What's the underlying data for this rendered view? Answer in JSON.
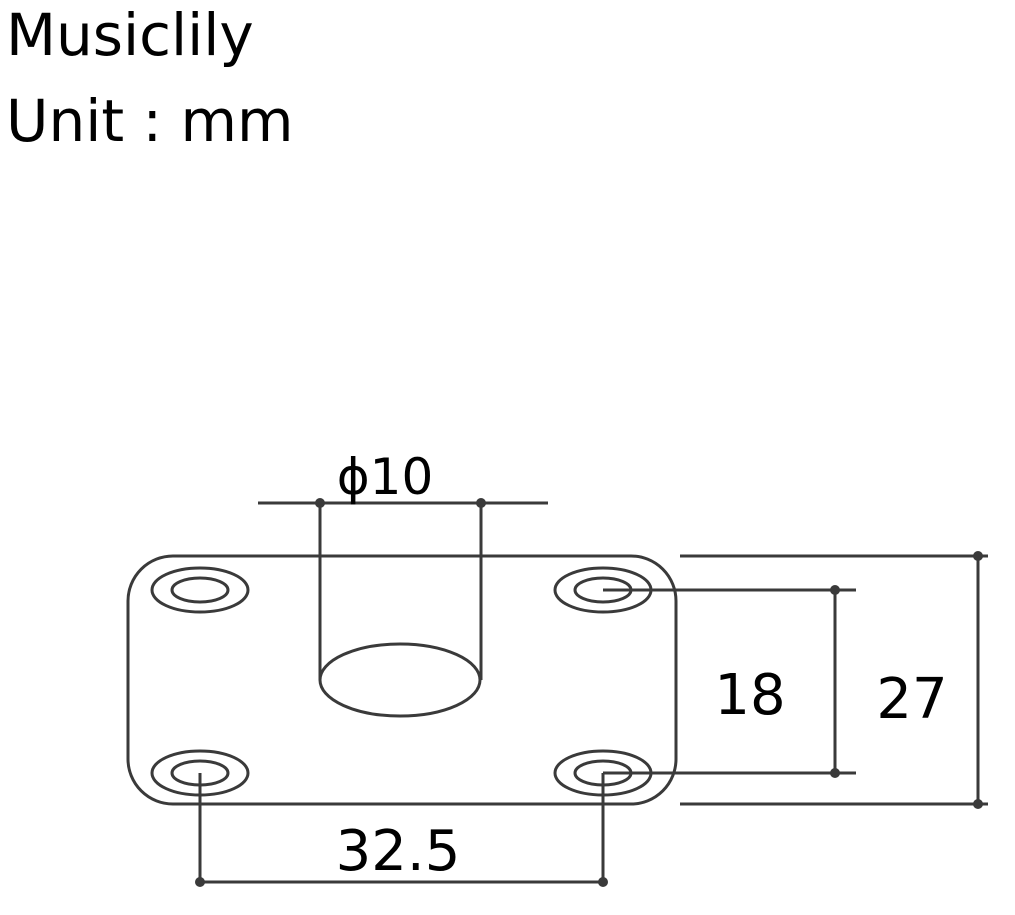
{
  "header": {
    "brand": "Musiclily",
    "unit_label": "Unit : mm"
  },
  "dimensions": {
    "hole_diameter": "ϕ10",
    "inner_height": "18",
    "outer_height": "27",
    "hole_spacing": "32.5"
  },
  "colors": {
    "line": "#3a3a3a",
    "text": "#000000",
    "background": "#ffffff"
  }
}
